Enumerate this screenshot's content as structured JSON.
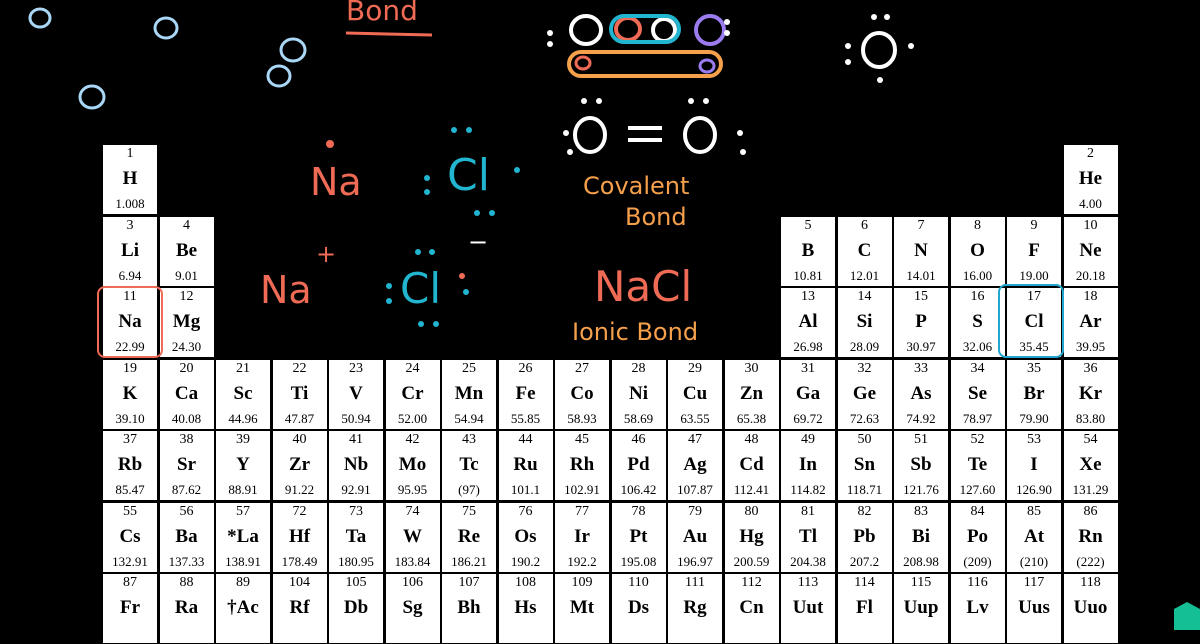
{
  "annotations": {
    "top_bond_label": "Bond",
    "na_1": "Na",
    "cl_1": "Cl",
    "na_2": "Na",
    "na_plus": "+",
    "cl_2": "Cl",
    "cl_minus": "−",
    "covalent_1": "Covalent",
    "covalent_2": "Bond",
    "nacl": "NaCl",
    "ionic": "Ionic Bond"
  },
  "colors": {
    "salmon": "#f06b55",
    "cyan": "#22b5cf",
    "orange": "#f6a04c",
    "purple": "#9b7cf0",
    "blue_ink": "#a9d7f5",
    "white_ink": "#ffffff",
    "highlight_na": "#f06b55",
    "highlight_cl": "#22a6cf"
  },
  "elements": [
    {
      "n": "1",
      "s": "H",
      "m": "1.008",
      "col": 1,
      "row": 1
    },
    {
      "n": "2",
      "s": "He",
      "m": "4.00",
      "col": 18,
      "row": 1
    },
    {
      "n": "3",
      "s": "Li",
      "m": "6.94",
      "col": 1,
      "row": 2
    },
    {
      "n": "4",
      "s": "Be",
      "m": "9.01",
      "col": 2,
      "row": 2
    },
    {
      "n": "5",
      "s": "B",
      "m": "10.81",
      "col": 13,
      "row": 2
    },
    {
      "n": "6",
      "s": "C",
      "m": "12.01",
      "col": 14,
      "row": 2
    },
    {
      "n": "7",
      "s": "N",
      "m": "14.01",
      "col": 15,
      "row": 2
    },
    {
      "n": "8",
      "s": "O",
      "m": "16.00",
      "col": 16,
      "row": 2
    },
    {
      "n": "9",
      "s": "F",
      "m": "19.00",
      "col": 17,
      "row": 2
    },
    {
      "n": "10",
      "s": "Ne",
      "m": "20.18",
      "col": 18,
      "row": 2
    },
    {
      "n": "11",
      "s": "Na",
      "m": "22.99",
      "col": 1,
      "row": 3
    },
    {
      "n": "12",
      "s": "Mg",
      "m": "24.30",
      "col": 2,
      "row": 3
    },
    {
      "n": "13",
      "s": "Al",
      "m": "26.98",
      "col": 13,
      "row": 3
    },
    {
      "n": "14",
      "s": "Si",
      "m": "28.09",
      "col": 14,
      "row": 3
    },
    {
      "n": "15",
      "s": "P",
      "m": "30.97",
      "col": 15,
      "row": 3
    },
    {
      "n": "16",
      "s": "S",
      "m": "32.06",
      "col": 16,
      "row": 3
    },
    {
      "n": "17",
      "s": "Cl",
      "m": "35.45",
      "col": 17,
      "row": 3
    },
    {
      "n": "18",
      "s": "Ar",
      "m": "39.95",
      "col": 18,
      "row": 3
    },
    {
      "n": "19",
      "s": "K",
      "m": "39.10",
      "col": 1,
      "row": 4
    },
    {
      "n": "20",
      "s": "Ca",
      "m": "40.08",
      "col": 2,
      "row": 4
    },
    {
      "n": "21",
      "s": "Sc",
      "m": "44.96",
      "col": 3,
      "row": 4
    },
    {
      "n": "22",
      "s": "Ti",
      "m": "47.87",
      "col": 4,
      "row": 4
    },
    {
      "n": "23",
      "s": "V",
      "m": "50.94",
      "col": 5,
      "row": 4
    },
    {
      "n": "24",
      "s": "Cr",
      "m": "52.00",
      "col": 6,
      "row": 4
    },
    {
      "n": "25",
      "s": "Mn",
      "m": "54.94",
      "col": 7,
      "row": 4
    },
    {
      "n": "26",
      "s": "Fe",
      "m": "55.85",
      "col": 8,
      "row": 4
    },
    {
      "n": "27",
      "s": "Co",
      "m": "58.93",
      "col": 9,
      "row": 4
    },
    {
      "n": "28",
      "s": "Ni",
      "m": "58.69",
      "col": 10,
      "row": 4
    },
    {
      "n": "29",
      "s": "Cu",
      "m": "63.55",
      "col": 11,
      "row": 4
    },
    {
      "n": "30",
      "s": "Zn",
      "m": "65.38",
      "col": 12,
      "row": 4
    },
    {
      "n": "31",
      "s": "Ga",
      "m": "69.72",
      "col": 13,
      "row": 4
    },
    {
      "n": "32",
      "s": "Ge",
      "m": "72.63",
      "col": 14,
      "row": 4
    },
    {
      "n": "33",
      "s": "As",
      "m": "74.92",
      "col": 15,
      "row": 4
    },
    {
      "n": "34",
      "s": "Se",
      "m": "78.97",
      "col": 16,
      "row": 4
    },
    {
      "n": "35",
      "s": "Br",
      "m": "79.90",
      "col": 17,
      "row": 4
    },
    {
      "n": "36",
      "s": "Kr",
      "m": "83.80",
      "col": 18,
      "row": 4
    },
    {
      "n": "37",
      "s": "Rb",
      "m": "85.47",
      "col": 1,
      "row": 5
    },
    {
      "n": "38",
      "s": "Sr",
      "m": "87.62",
      "col": 2,
      "row": 5
    },
    {
      "n": "39",
      "s": "Y",
      "m": "88.91",
      "col": 3,
      "row": 5
    },
    {
      "n": "40",
      "s": "Zr",
      "m": "91.22",
      "col": 4,
      "row": 5
    },
    {
      "n": "41",
      "s": "Nb",
      "m": "92.91",
      "col": 5,
      "row": 5
    },
    {
      "n": "42",
      "s": "Mo",
      "m": "95.95",
      "col": 6,
      "row": 5
    },
    {
      "n": "43",
      "s": "Tc",
      "m": "(97)",
      "col": 7,
      "row": 5
    },
    {
      "n": "44",
      "s": "Ru",
      "m": "101.1",
      "col": 8,
      "row": 5
    },
    {
      "n": "45",
      "s": "Rh",
      "m": "102.91",
      "col": 9,
      "row": 5
    },
    {
      "n": "46",
      "s": "Pd",
      "m": "106.42",
      "col": 10,
      "row": 5
    },
    {
      "n": "47",
      "s": "Ag",
      "m": "107.87",
      "col": 11,
      "row": 5
    },
    {
      "n": "48",
      "s": "Cd",
      "m": "112.41",
      "col": 12,
      "row": 5
    },
    {
      "n": "49",
      "s": "In",
      "m": "114.82",
      "col": 13,
      "row": 5
    },
    {
      "n": "50",
      "s": "Sn",
      "m": "118.71",
      "col": 14,
      "row": 5
    },
    {
      "n": "51",
      "s": "Sb",
      "m": "121.76",
      "col": 15,
      "row": 5
    },
    {
      "n": "52",
      "s": "Te",
      "m": "127.60",
      "col": 16,
      "row": 5
    },
    {
      "n": "53",
      "s": "I",
      "m": "126.90",
      "col": 17,
      "row": 5
    },
    {
      "n": "54",
      "s": "Xe",
      "m": "131.29",
      "col": 18,
      "row": 5
    },
    {
      "n": "55",
      "s": "Cs",
      "m": "132.91",
      "col": 1,
      "row": 6
    },
    {
      "n": "56",
      "s": "Ba",
      "m": "137.33",
      "col": 2,
      "row": 6
    },
    {
      "n": "57",
      "s": "*La",
      "m": "138.91",
      "col": 3,
      "row": 6
    },
    {
      "n": "72",
      "s": "Hf",
      "m": "178.49",
      "col": 4,
      "row": 6
    },
    {
      "n": "73",
      "s": "Ta",
      "m": "180.95",
      "col": 5,
      "row": 6
    },
    {
      "n": "74",
      "s": "W",
      "m": "183.84",
      "col": 6,
      "row": 6
    },
    {
      "n": "75",
      "s": "Re",
      "m": "186.21",
      "col": 7,
      "row": 6
    },
    {
      "n": "76",
      "s": "Os",
      "m": "190.2",
      "col": 8,
      "row": 6
    },
    {
      "n": "77",
      "s": "Ir",
      "m": "192.2",
      "col": 9,
      "row": 6
    },
    {
      "n": "78",
      "s": "Pt",
      "m": "195.08",
      "col": 10,
      "row": 6
    },
    {
      "n": "79",
      "s": "Au",
      "m": "196.97",
      "col": 11,
      "row": 6
    },
    {
      "n": "80",
      "s": "Hg",
      "m": "200.59",
      "col": 12,
      "row": 6
    },
    {
      "n": "81",
      "s": "Tl",
      "m": "204.38",
      "col": 13,
      "row": 6
    },
    {
      "n": "82",
      "s": "Pb",
      "m": "207.2",
      "col": 14,
      "row": 6
    },
    {
      "n": "83",
      "s": "Bi",
      "m": "208.98",
      "col": 15,
      "row": 6
    },
    {
      "n": "84",
      "s": "Po",
      "m": "(209)",
      "col": 16,
      "row": 6
    },
    {
      "n": "85",
      "s": "At",
      "m": "(210)",
      "col": 17,
      "row": 6
    },
    {
      "n": "86",
      "s": "Rn",
      "m": "(222)",
      "col": 18,
      "row": 6
    },
    {
      "n": "87",
      "s": "Fr",
      "m": "",
      "col": 1,
      "row": 7
    },
    {
      "n": "88",
      "s": "Ra",
      "m": "",
      "col": 2,
      "row": 7
    },
    {
      "n": "89",
      "s": "†Ac",
      "m": "",
      "col": 3,
      "row": 7
    },
    {
      "n": "104",
      "s": "Rf",
      "m": "",
      "col": 4,
      "row": 7
    },
    {
      "n": "105",
      "s": "Db",
      "m": "",
      "col": 5,
      "row": 7
    },
    {
      "n": "106",
      "s": "Sg",
      "m": "",
      "col": 6,
      "row": 7
    },
    {
      "n": "107",
      "s": "Bh",
      "m": "",
      "col": 7,
      "row": 7
    },
    {
      "n": "108",
      "s": "Hs",
      "m": "",
      "col": 8,
      "row": 7
    },
    {
      "n": "109",
      "s": "Mt",
      "m": "",
      "col": 9,
      "row": 7
    },
    {
      "n": "110",
      "s": "Ds",
      "m": "",
      "col": 10,
      "row": 7
    },
    {
      "n": "111",
      "s": "Rg",
      "m": "",
      "col": 11,
      "row": 7
    },
    {
      "n": "112",
      "s": "Cn",
      "m": "",
      "col": 12,
      "row": 7
    },
    {
      "n": "113",
      "s": "Uut",
      "m": "",
      "col": 13,
      "row": 7
    },
    {
      "n": "114",
      "s": "Fl",
      "m": "",
      "col": 14,
      "row": 7
    },
    {
      "n": "115",
      "s": "Uup",
      "m": "",
      "col": 15,
      "row": 7
    },
    {
      "n": "116",
      "s": "Lv",
      "m": "",
      "col": 16,
      "row": 7
    },
    {
      "n": "117",
      "s": "Uus",
      "m": "",
      "col": 17,
      "row": 7
    },
    {
      "n": "118",
      "s": "Uuo",
      "m": "",
      "col": 18,
      "row": 7
    }
  ]
}
